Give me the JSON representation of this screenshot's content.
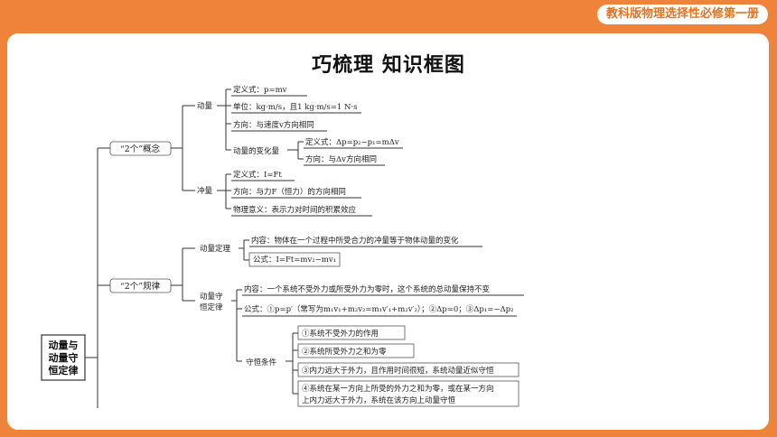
{
  "header_tag": "教科版物理选择性必修第一册",
  "title": "巧梳理  知识框图",
  "colors": {
    "accent": "#f0833a",
    "tag_text": "#e8711e"
  },
  "root": {
    "lines": [
      "动量与",
      "动量守",
      "恒定律"
    ]
  },
  "concepts": {
    "label": "“2个”概念",
    "momentum": {
      "label": "动量",
      "definition": "定义式：p=mv",
      "unit": "单位：kg·m/s，且1 kg·m/s=1 N·s",
      "direction": "方向：与速度v方向相同",
      "change": {
        "label": "动量的变化量",
        "definition": "定义式：Δp=p₂−p₁=mΔv",
        "direction": "方向：与Δv方向相同"
      }
    },
    "impulse": {
      "label": "冲量",
      "definition": "定义式：I=Ft",
      "direction": "方向：与力F（恒力）的方向相同",
      "meaning": "物理意义：表示力对时间的积累效应"
    }
  },
  "laws": {
    "label": "“2个”规律",
    "theorem": {
      "label": "动量定理",
      "content": "内容：物体在一个过程中所受合力的冲量等于物体动量的变化",
      "formula": "公式：I=Ft=mv₂−mv₁"
    },
    "conservation": {
      "label_lines": [
        "动量守",
        "恒定律"
      ],
      "content": "内容：一个系统不受外力或所受外力为零时，这个系统的总动量保持不变",
      "formula": "公式：①p=p′（常写为m₁v₁+m₂v₂=m₁v′₁+m₂v′₂）；②Δp=0；③Δp₁=−Δp₂",
      "conditions": {
        "label": "守恒条件",
        "items": [
          "①系统不受外力的作用",
          "②系统所受外力之和为零",
          "③内力远大于外力，且作用时间很短，系统动量近似守恒"
        ],
        "item4_lines": [
          "④系统在某一方向上所受的外力之和为零，或在某一方向",
          "上内力远大于外力，系统在该方向上动量守恒"
        ]
      }
    }
  }
}
